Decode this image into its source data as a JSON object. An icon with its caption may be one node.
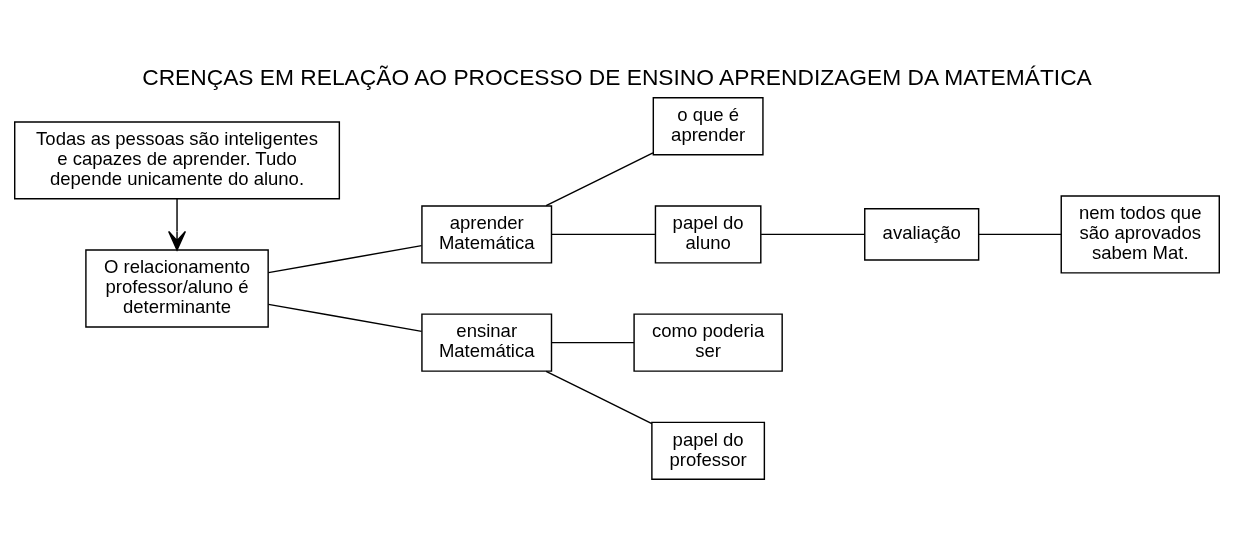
{
  "diagram": {
    "title": "CRENÇAS EM RELAÇÃO AO PROCESSO DE ENSINO APRENDIZAGEM DA MATEMÁTICA",
    "nodes": [
      {
        "text": [
          "O relacionamento professor/aluno é determinante"
        ]
      },
      {
        "text": [
          "aprender Matemática"
        ]
      },
      {
        "text": [
          "o que é aprender"
        ]
      },
      {
        "text": [
          "papel do aluno"
        ]
      },
      {
        "text": [
          "avaliação"
        ]
      },
      {
        "text": [
          "ensinar Matemática"
        ]
      },
      {
        "text": [
          "como poderia ser"
        ]
      },
      {
        "text": [
          "papel do professor"
        ]
      },
      {
        "text": [
          "nem todos que são aprovados sabem Mat."
        ]
      },
      {
        "text": [
          "Todas as pessoas são inteligentes e capazes de aprender. Tudo depende unicamente do aluno."
        ]
      }
    ],
    "edges": [
      {
        "from": 0,
        "to": 1,
        "arrow": "none"
      },
      {
        "from": 0,
        "to": 5,
        "arrow": "none"
      },
      {
        "from": 1,
        "to": 2,
        "arrow": "none"
      },
      {
        "from": 1,
        "to": 3,
        "arrow": "none"
      },
      {
        "from": 3,
        "to": 4,
        "arrow": "none"
      },
      {
        "from": 4,
        "to": 8,
        "arrow": "none"
      },
      {
        "from": 5,
        "to": 6,
        "arrow": "none"
      },
      {
        "from": 5,
        "to": 7,
        "arrow": "none"
      },
      {
        "from": 9,
        "to": 0,
        "arrow": "to"
      }
    ]
  }
}
